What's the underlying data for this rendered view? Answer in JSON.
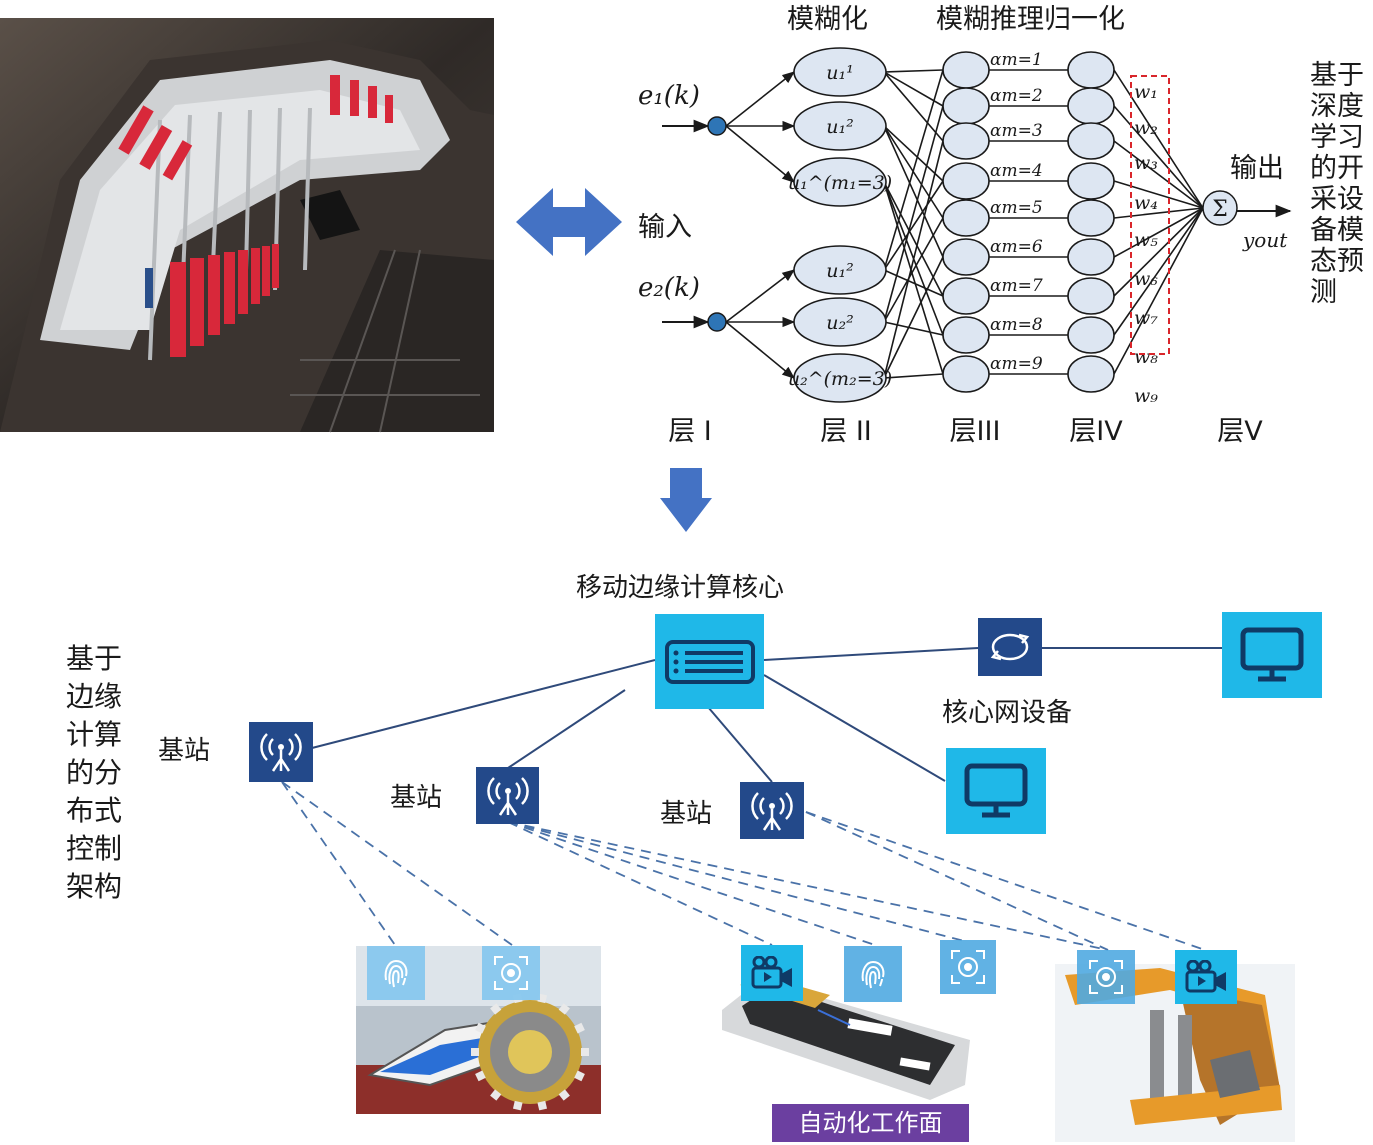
{
  "top": {
    "labels": {
      "fuzzify": "模糊化",
      "fuzzy_reasoning": "模糊推理归一化",
      "input": "输入",
      "output": "输出",
      "input_e1": "e₁(k)",
      "input_e2": "e₂(k)",
      "y_out": "yout",
      "sum_symbol": "Σ",
      "prediction": "基于深度学习的开采设备模态预测"
    },
    "layers": [
      "层 I",
      "层 II",
      "层III",
      "层IV",
      "层V"
    ],
    "layer2_nodes_top": [
      "u₁¹",
      "u₁²",
      "u₁^(m₁=3)"
    ],
    "layer2_nodes_bottom": [
      "u₁²",
      "u₂²",
      "u₂^(m₂=3)"
    ],
    "alpha_labels": [
      "αm=1",
      "αm=2",
      "αm=3",
      "αm=4",
      "αm=5",
      "αm=6",
      "αm=7",
      "αm=8",
      "αm=9"
    ],
    "weights": [
      "w₁",
      "w₂",
      "w₃",
      "w₄",
      "w₅",
      "w₆",
      "w₇",
      "w₈",
      "w₉"
    ]
  },
  "bottom": {
    "mec_core": "移动边缘计算核心",
    "core_network": "核心网设备",
    "base_station": "基站",
    "architecture": "基于边缘计算的分布式控制架构",
    "automated_face": "自动化工作面"
  },
  "colors": {
    "arrow_blue": "#4472c4",
    "node_fill": "#dde6f2",
    "input_dot": "#2e75b6",
    "base_station_bg": "#23498a",
    "sky_bg": "#1fb8e8",
    "line": "#2f4a7a",
    "dashed": "#4a72a8",
    "weight_box": "#d9262b",
    "label_bg": "#6b3fa0"
  },
  "icons": {
    "double_arrow": "double-arrow-icon",
    "down_arrow": "down-arrow-icon",
    "server": "server-icon",
    "router": "sync-router-icon",
    "monitor": "monitor-icon",
    "antenna": "antenna-icon",
    "fingerprint": "fingerprint-icon",
    "target": "target-icon",
    "camera": "video-camera-icon"
  }
}
